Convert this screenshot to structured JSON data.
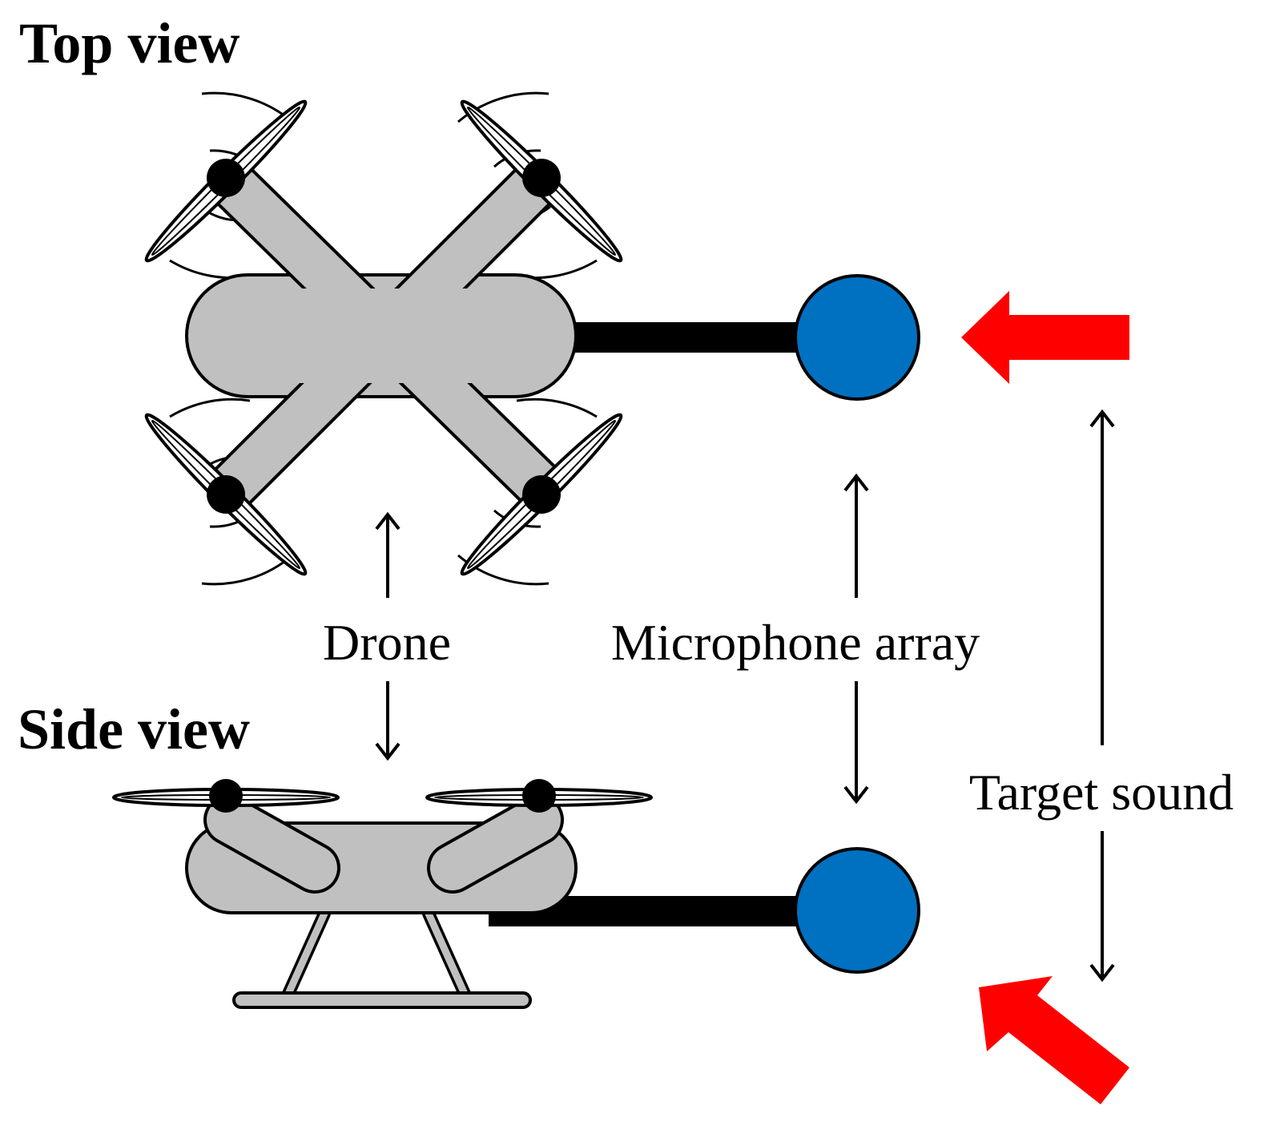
{
  "headings": {
    "top": "Top view",
    "side": "Side view"
  },
  "labels": {
    "drone": "Drone",
    "mic": "Microphone array",
    "target": "Target sound"
  },
  "colors": {
    "body_gray": "#c0c0c0",
    "mic_blue": "#0070c0",
    "arrow_red": "#ff0000",
    "outline": "#000000"
  }
}
